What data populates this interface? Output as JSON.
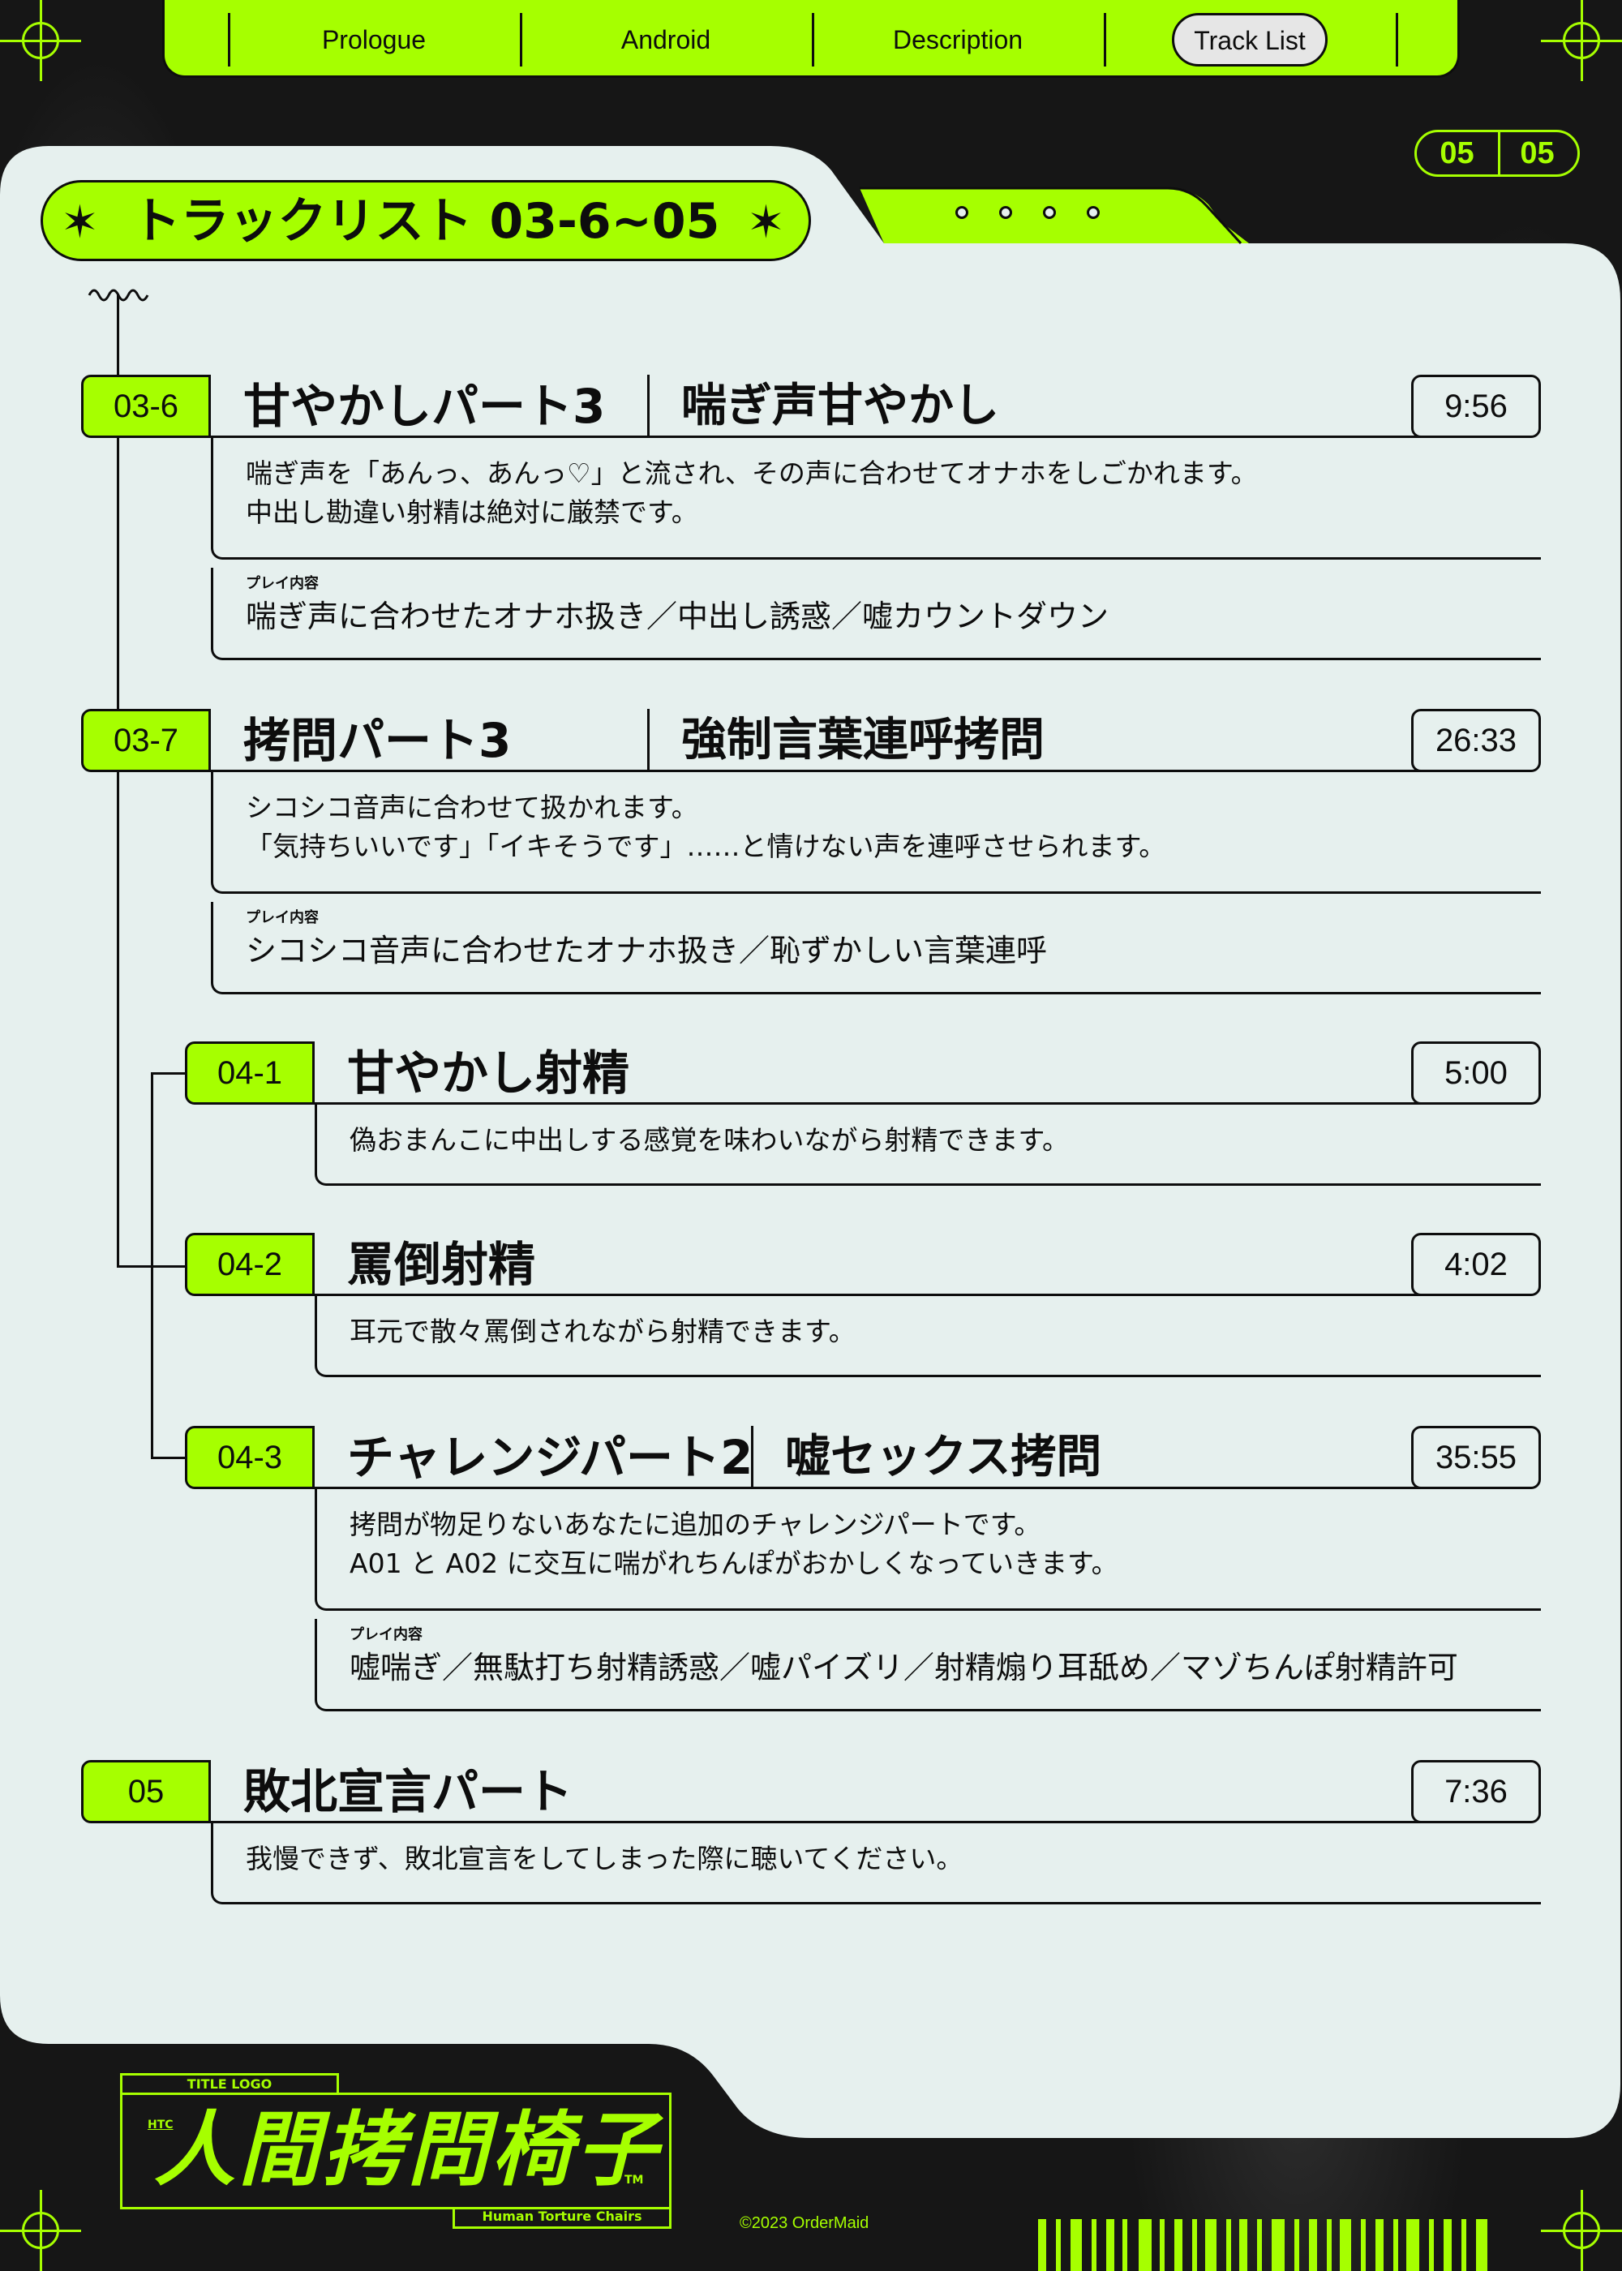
{
  "nav": {
    "items": [
      {
        "label": "Prologue"
      },
      {
        "label": "Android"
      },
      {
        "label": "Description"
      },
      {
        "label": "Track List",
        "active": true
      }
    ]
  },
  "page_counter": {
    "current": "05",
    "total": "05"
  },
  "header": {
    "title": "トラックリスト 03-6~05"
  },
  "tracks": [
    {
      "number": "03-6",
      "title": "甘やかしパート3",
      "subtitle": "喘ぎ声甘やかし",
      "time": "9:56",
      "description": [
        "喘ぎ声を「あんっ、あんっ♡」と流され、その声に合わせてオナホをしごかれます。",
        "中出し勘違い射精は絶対に厳禁です。"
      ],
      "play_label": "プレイ内容",
      "play_content": "喘ぎ声に合わせたオナホ扱き／中出し誘惑／嘘カウントダウン"
    },
    {
      "number": "03-7",
      "title": "拷問パート3",
      "subtitle": "強制言葉連呼拷問",
      "time": "26:33",
      "description": [
        "シコシコ音声に合わせて扱かれます。",
        "「気持ちいいです」「イキそうです」……と情けない声を連呼させられます。"
      ],
      "play_label": "プレイ内容",
      "play_content": "シコシコ音声に合わせたオナホ扱き／恥ずかしい言葉連呼"
    },
    {
      "number": "04-1",
      "title": "甘やかし射精",
      "time": "5:00",
      "description": [
        "偽おまんこに中出しする感覚を味わいながら射精できます。"
      ]
    },
    {
      "number": "04-2",
      "title": "罵倒射精",
      "time": "4:02",
      "description": [
        "耳元で散々罵倒されながら射精できます。"
      ]
    },
    {
      "number": "04-3",
      "title": "チャレンジパート2",
      "subtitle": "嘘セックス拷問",
      "time": "35:55",
      "description": [
        "拷問が物足りないあなたに追加のチャレンジパートです。",
        "A01 と A02 に交互に喘がれちんぽがおかしくなっていきます。"
      ],
      "play_label": "プレイ内容",
      "play_content": "嘘喘ぎ／無駄打ち射精誘惑／嘘パイズリ／射精煽り耳舐め／マゾちんぽ射精許可"
    },
    {
      "number": "05",
      "title": "敗北宣言パート",
      "time": "7:36",
      "description": [
        "我慢できず、敗北宣言をしてしまった際に聴いてください。"
      ]
    }
  ],
  "footer": {
    "logo_tab_top": "TITLE LOGO",
    "logo_htc": "HTC",
    "logo_text": "人間拷問椅子",
    "logo_tm": "TM",
    "logo_tab_bottom": "Human Torture Chairs",
    "copyright": "©2023 OrderMaid"
  },
  "colors": {
    "accent": "#a6ff00",
    "panel": "#e6f0ee",
    "ink": "#0d0d0d",
    "background": "#161616"
  }
}
